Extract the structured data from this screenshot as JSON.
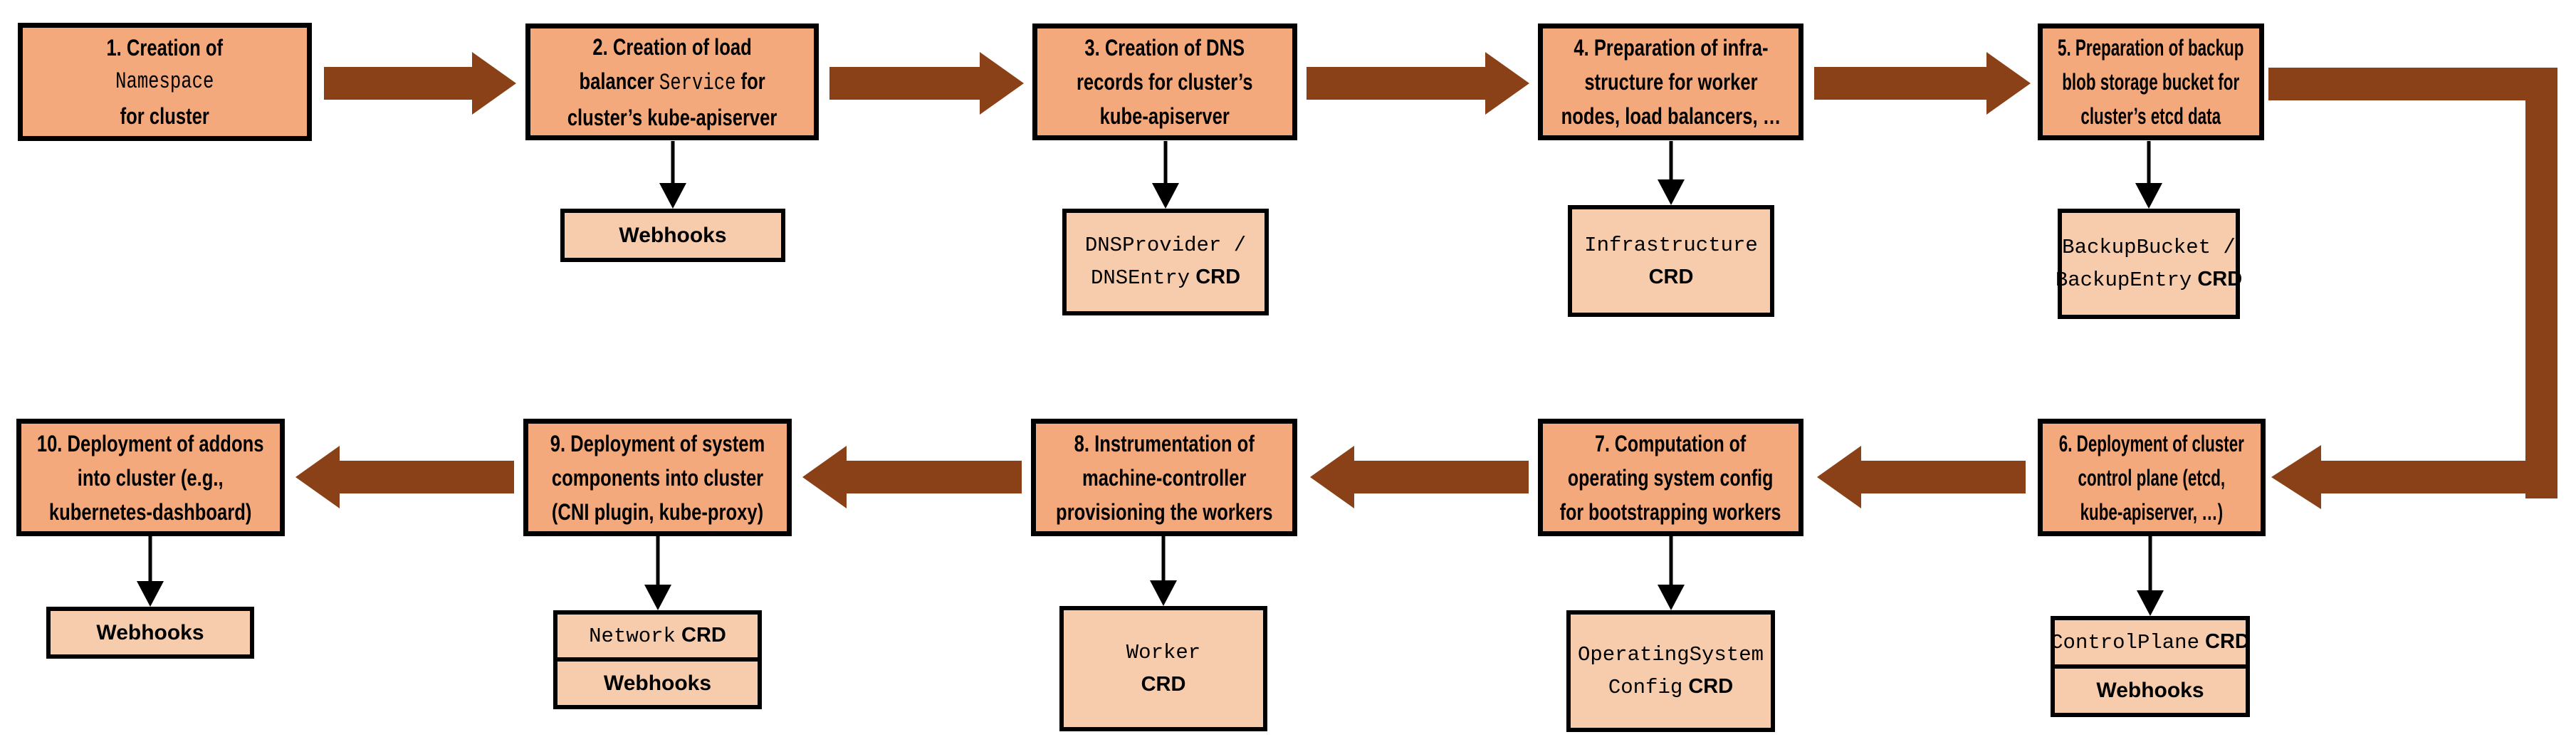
{
  "colors": {
    "background": "#FFFFFF",
    "main_box_fill": "#F4A97C",
    "sub_box_fill": "#F7CCAD",
    "arrow": "#8A4117",
    "border": "#000000",
    "text": "#000000"
  },
  "boxes": {
    "b1": {
      "l1": "1. Creation of",
      "l2": "Namespace",
      "l3": "for cluster"
    },
    "b2": {
      "l1": "2. Creation of load",
      "l2a": "balancer ",
      "l2b": "Service",
      "l2c": " for",
      "l3": "cluster’s kube-apiserver"
    },
    "b3": {
      "l1": "3. Creation of DNS",
      "l2": "records for cluster’s",
      "l3": "kube-apiserver"
    },
    "b4": {
      "l1": "4. Preparation of infra-",
      "l2": "structure for worker",
      "l3": "nodes, load balancers, …"
    },
    "b5": {
      "l1": "5. Preparation of backup",
      "l2": "blob storage bucket for",
      "l3": "cluster’s etcd data"
    },
    "b6": {
      "l1": "6. Deployment of cluster",
      "l2": "control plane (etcd,",
      "l3": "kube-apiserver, …)"
    },
    "b7": {
      "l1": "7. Computation of",
      "l2": "operating system config",
      "l3": "for bootstrapping workers"
    },
    "b8": {
      "l1": "8. Instrumentation of",
      "l2": "machine-controller",
      "l3": "provisioning the workers"
    },
    "b9": {
      "l1": "9. Deployment of system",
      "l2": "components into cluster",
      "l3": "(CNI plugin, kube-proxy)"
    },
    "b10": {
      "l1": "10. Deployment of addons",
      "l2": "into cluster (e.g.,",
      "l3": "kubernetes-dashboard)"
    }
  },
  "subs": {
    "s2": {
      "l1": "Webhooks"
    },
    "s3": {
      "l1": "DNSProvider /",
      "l2a": "DNSEntry",
      "l2b": " CRD"
    },
    "s4": {
      "l1": "Infrastructure",
      "l2": "CRD"
    },
    "s5": {
      "l1": "BackupBucket /",
      "l2a": "BackupEntry",
      "l2b": " CRD"
    },
    "s6a": {
      "l1a": "ControlPlane",
      "l1b": " CRD"
    },
    "s6b": {
      "l1": "Webhooks"
    },
    "s7": {
      "l1": "OperatingSystem",
      "l2a": "Config",
      "l2b": " CRD"
    },
    "s8": {
      "l1": "Worker",
      "l2": "CRD"
    },
    "s9a": {
      "l1a": "Network",
      "l1b": " CRD"
    },
    "s9b": {
      "l1": "Webhooks"
    },
    "s10": {
      "l1": "Webhooks"
    }
  }
}
